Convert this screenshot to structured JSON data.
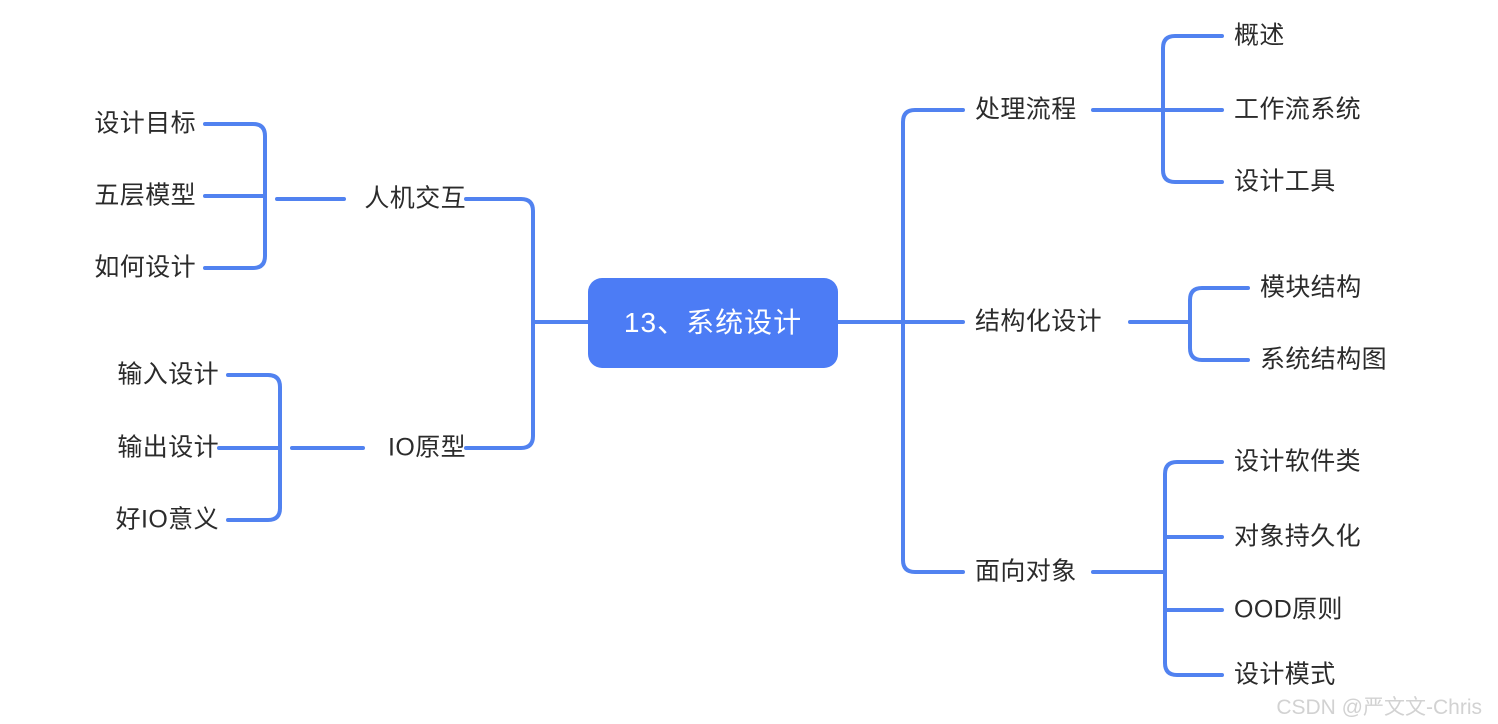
{
  "theme": {
    "background": "#ffffff",
    "edge_color": "#5182f0",
    "root_fill": "#4c7cf5",
    "root_text_color": "#ffffff",
    "label_color": "#2b2b2b",
    "watermark_color": "#d2d2d2"
  },
  "root": {
    "label": "13、系统设计"
  },
  "left": {
    "branches": [
      {
        "label": "人机交互",
        "children": [
          {
            "label": "设计目标"
          },
          {
            "label": "五层模型"
          },
          {
            "label": "如何设计"
          }
        ]
      },
      {
        "label": "IO原型",
        "children": [
          {
            "label": "输入设计"
          },
          {
            "label": "输出设计"
          },
          {
            "label": "好IO意义"
          }
        ]
      }
    ]
  },
  "right": {
    "branches": [
      {
        "label": "处理流程",
        "children": [
          {
            "label": "概述"
          },
          {
            "label": "工作流系统"
          },
          {
            "label": "设计工具"
          }
        ]
      },
      {
        "label": "结构化设计",
        "children": [
          {
            "label": "模块结构"
          },
          {
            "label": "系统结构图"
          }
        ]
      },
      {
        "label": "面向对象",
        "children": [
          {
            "label": "设计软件类"
          },
          {
            "label": "对象持久化"
          },
          {
            "label": "OOD原则"
          },
          {
            "label": "设计模式"
          }
        ]
      }
    ]
  },
  "watermark": {
    "text": "CSDN @严文文-Chris"
  }
}
